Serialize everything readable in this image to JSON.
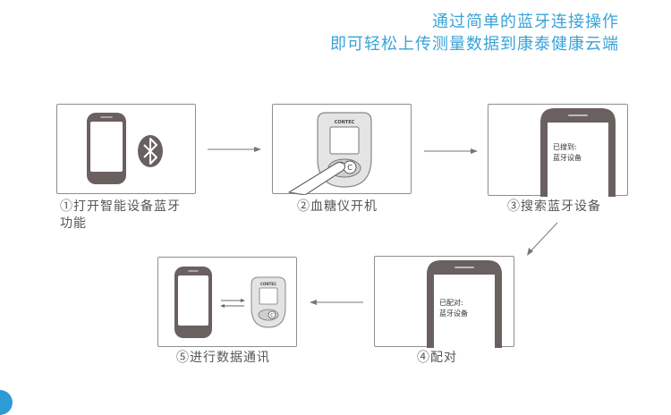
{
  "header": {
    "line1": "通过简单的蓝牙连接操作",
    "line2": "即可轻松上传测量数据到康泰健康云端"
  },
  "steps": [
    {
      "caption": "①打开智能设备蓝牙\n功能"
    },
    {
      "caption": "②血糖仪开机"
    },
    {
      "caption": "③搜索蓝牙设备"
    },
    {
      "caption": "④配对"
    },
    {
      "caption": "⑤进行数据通讯"
    }
  ],
  "screens": {
    "step3_line1": "已搜到:",
    "step3_line2": "蓝牙设备",
    "step4_line1": "已配对:",
    "step4_line2": "蓝牙设备"
  },
  "device": {
    "brand": "CONTEC",
    "button_label": "C"
  },
  "colors": {
    "accent": "#3aa3d8",
    "phone_body": "#6b6060",
    "border": "#8e8e8e"
  }
}
